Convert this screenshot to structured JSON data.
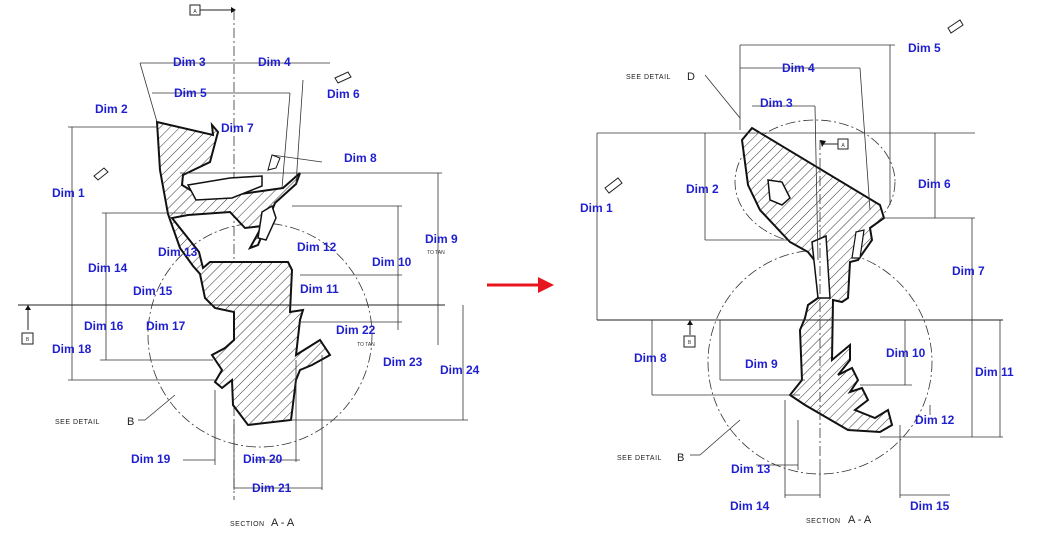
{
  "left_section": {
    "datum_top": "A",
    "datum_side": "B",
    "dims": [
      "Dim 1",
      "Dim 2",
      "Dim 3",
      "Dim 4",
      "Dim 5",
      "Dim 6",
      "Dim 7",
      "Dim 8",
      "Dim 9",
      "Dim 10",
      "Dim 11",
      "Dim 12",
      "Dim 13",
      "Dim 14",
      "Dim 15",
      "Dim 16",
      "Dim 17",
      "Dim 18",
      "Dim 19",
      "Dim 20",
      "Dim 21",
      "Dim 22",
      "Dim 23",
      "Dim 24"
    ],
    "to_tan_1": "TO TAN",
    "to_tan_2": "TO TAN",
    "see_detail": "SEE DETAIL",
    "detail_letter": "B",
    "section_word": "SECTION",
    "section_letters": "A - A"
  },
  "arrow_color": "#e8141e",
  "right_section": {
    "datum_inner": "A",
    "datum_side": "B",
    "dims": [
      "Dim 1",
      "Dim 2",
      "Dim 3",
      "Dim 4",
      "Dim 5",
      "Dim 6",
      "Dim 7",
      "Dim 8",
      "Dim 9",
      "Dim 10",
      "Dim 11",
      "Dim 12",
      "Dim 13",
      "Dim 14",
      "Dim 15"
    ],
    "see_detail_top": "SEE DETAIL",
    "detail_letter_top": "D",
    "see_detail_bottom": "SEE DETAIL",
    "detail_letter_bottom": "B",
    "section_word": "SECTION",
    "section_letters": "A - A"
  },
  "dim_color": "#1f1fd0"
}
